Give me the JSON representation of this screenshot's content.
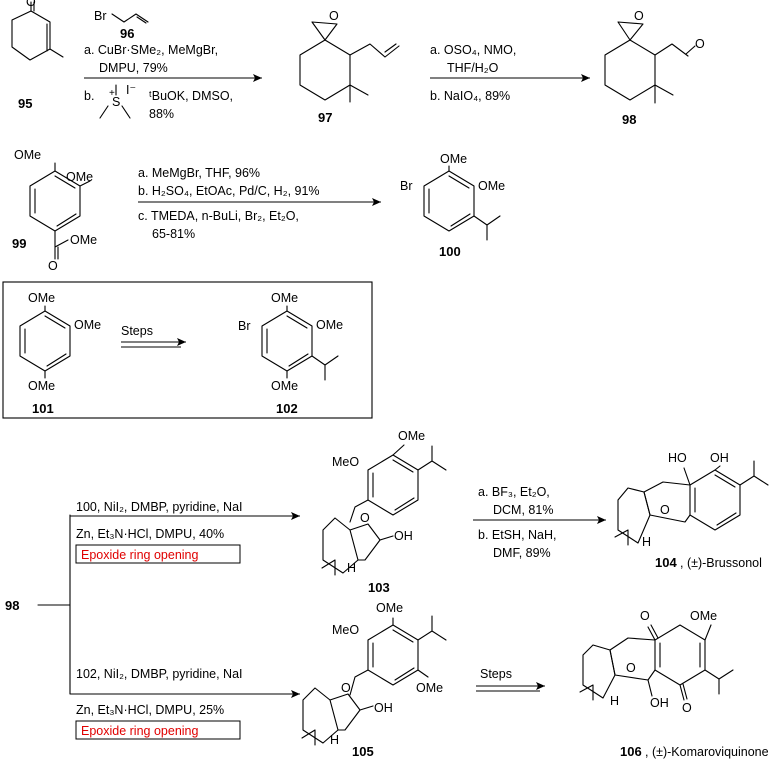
{
  "step1": {
    "sm_number": "95",
    "reagent_number": "96",
    "reagent_top": "Br",
    "cond_a": "a. CuBr·SMe₂, MeMgBr,",
    "cond_a2": "DMPU, 79%",
    "cond_b_prefix": "b.",
    "cond_b_ylide": "S",
    "cond_b_plus": "+",
    "cond_b_iodide": "I⁻",
    "cond_b": "ᵗBuOK, DMSO,",
    "cond_b2": "88%",
    "product_number": "97"
  },
  "step2": {
    "cond_a": "a. OSO₄, NMO,",
    "cond_a2": "THF/H₂O",
    "cond_b": "b. NaIO₄, 89%",
    "product_number": "98"
  },
  "step3": {
    "sm_number": "99",
    "sm_labels": [
      "OMe",
      "OMe",
      "OMe",
      "O"
    ],
    "cond_a": "a. MeMgBr, THF, 96%",
    "cond_b": "b. H₂SO₄, EtOAc, Pd/C, H₂, 91%",
    "cond_c": "c. TMEDA, n-BuLi, Br₂, Et₂O,",
    "cond_c2": "65-81%",
    "product_number": "100",
    "product_labels": [
      "OMe",
      "OMe",
      "Br"
    ]
  },
  "box": {
    "sm_number": "101",
    "sm_labels": [
      "OMe",
      "OMe",
      "OMe"
    ],
    "arrow_label": "Steps",
    "product_number": "102",
    "product_labels": [
      "OMe",
      "OMe",
      "OMe",
      "Br"
    ]
  },
  "branch": {
    "start_number": "98",
    "upper": {
      "cond1": "100, NiI₂, DMBP, pyridine, NaI",
      "cond2": "Zn, Et₃N·HCl, DMPU, 40%",
      "highlight": "Epoxide ring opening",
      "product_number": "103",
      "product_labels": [
        "MeO",
        "OMe",
        "O",
        "OH",
        "H"
      ],
      "next_a": "a. BF₃, Et₂O,",
      "next_a2": "DCM, 81%",
      "next_b": "b. EtSH, NaH,",
      "next_b2": "DMF, 89%",
      "final_number": "104",
      "final_name": ", (±)-Brussonol",
      "final_labels": [
        "HO",
        "OH",
        "O",
        "H"
      ]
    },
    "lower": {
      "cond1": "102, NiI₂, DMBP, pyridine, NaI",
      "cond2": "Zn, Et₃N·HCl, DMPU, 25%",
      "highlight": "Epoxide ring opening",
      "product_number": "105",
      "product_labels": [
        "MeO",
        "OMe",
        "OMe",
        "O",
        "OH",
        "H"
      ],
      "next_label": "Steps",
      "final_number": "106",
      "final_name": ", (±)-Komaroviquinone",
      "final_labels": [
        "O",
        "OMe",
        "O",
        "O",
        "OH",
        "H"
      ]
    }
  },
  "colors": {
    "highlight": "#e00000",
    "ink": "#000000"
  }
}
